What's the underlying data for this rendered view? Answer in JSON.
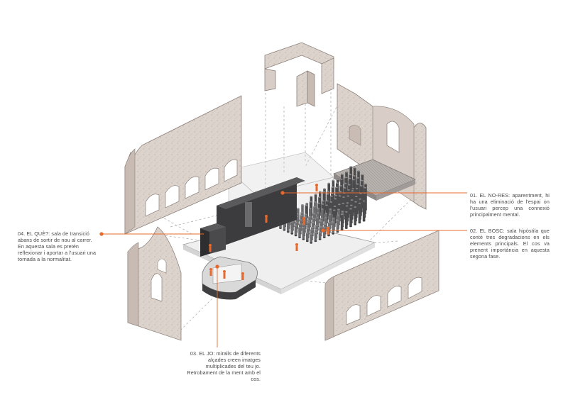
{
  "colors": {
    "stone": "#dcd2cc",
    "stone_dark": "#c9bdb6",
    "stone_edge": "#8c807a",
    "accent": "#e8692c",
    "module_dark": "#3c3c3e",
    "module_mid": "#5a5a5c",
    "floor": "#ececec",
    "line": "#9a9a9a"
  },
  "icons": [
    "orange-human-figure",
    "leader-dot"
  ],
  "annotations": {
    "n1": "01. EL NO-RES: aparentment, hi ha una eliminació de l'espai on l'usuari percep una connexió principalment mental.",
    "n2": "02. EL BOSC: sala hipòstila que conté tres degradacions en els elements principals. El cos va prenent importància en aquesta segona fase.",
    "n3": "03. EL JO: miralls de diferents alçades creen imatges multiplicades del teu jo. Retrobament de la ment amb el cos.",
    "n4": "04. EL QUÈ?: sala de transició abans de sortir de nou al carrer. En aquesta sala es pretén reflexionar i aportar a l'usuari una tornada a la normalitat."
  }
}
